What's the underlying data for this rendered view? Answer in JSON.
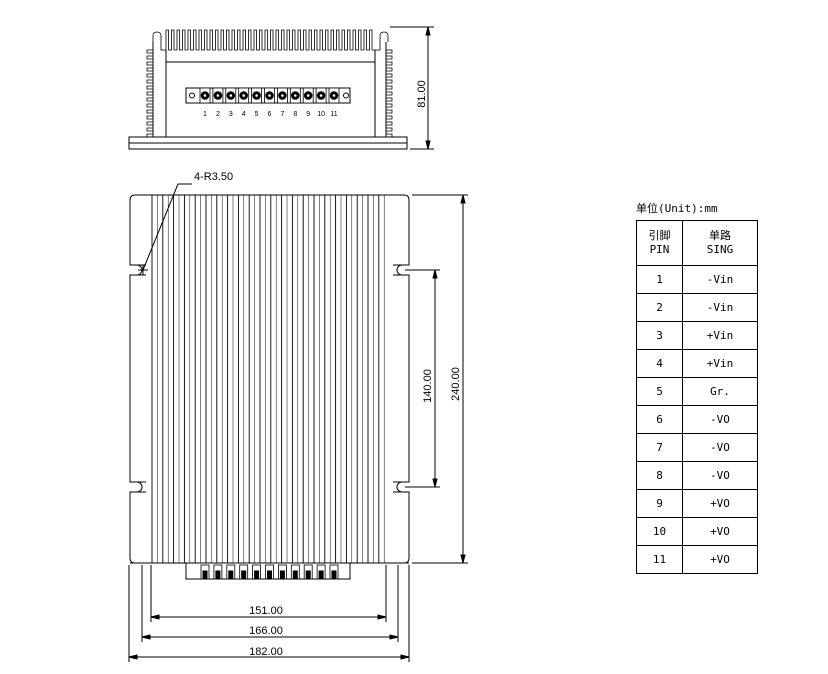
{
  "dimensions": {
    "top_height": "81.00",
    "hole_radius": "4-R3.50",
    "hole_spacing": "140.00",
    "height": "240.00",
    "width_inner": "151.00",
    "width_mid": "166.00",
    "width_outer": "182.00"
  },
  "terminal_pins": [
    "1",
    "2",
    "3",
    "4",
    "5",
    "6",
    "7",
    "8",
    "9",
    "10",
    "11"
  ],
  "unit_label": "单位(Unit):mm",
  "table": {
    "header_pin_cn": "引脚",
    "header_pin_en": "PIN",
    "header_sig_cn": "单路",
    "header_sig_en": "SING",
    "rows": [
      {
        "pin": "1",
        "signal": "-Vin"
      },
      {
        "pin": "2",
        "signal": "-Vin"
      },
      {
        "pin": "3",
        "signal": "+Vin"
      },
      {
        "pin": "4",
        "signal": "+Vin"
      },
      {
        "pin": "5",
        "signal": "Gr."
      },
      {
        "pin": "6",
        "signal": "-VO"
      },
      {
        "pin": "7",
        "signal": "-VO"
      },
      {
        "pin": "8",
        "signal": "-VO"
      },
      {
        "pin": "9",
        "signal": "+VO"
      },
      {
        "pin": "10",
        "signal": "+VO"
      },
      {
        "pin": "11",
        "signal": "+VO"
      }
    ]
  }
}
